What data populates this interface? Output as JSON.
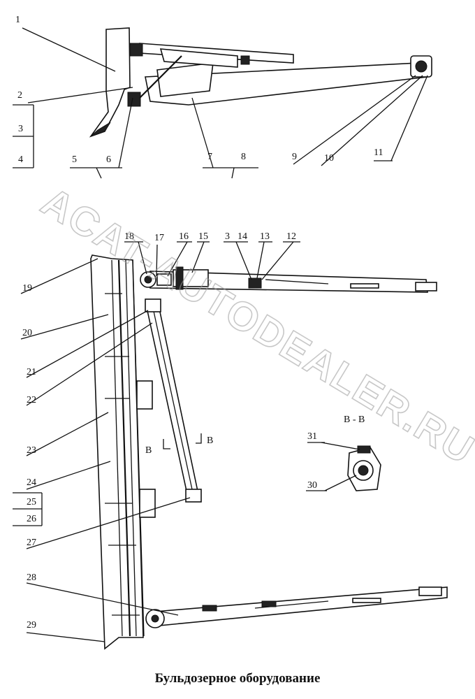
{
  "caption": "Бульдозерное оборудование",
  "watermark": "ACAT-AUTODEALER.RU",
  "section_label": "B - B",
  "section_mark_left": "B",
  "section_mark_right": "B",
  "callouts_top": [
    "1",
    "2",
    "3",
    "4",
    "5",
    "6",
    "7",
    "8",
    "9",
    "10",
    "11"
  ],
  "callouts_main": [
    "3",
    "12",
    "13",
    "14",
    "15",
    "16",
    "17",
    "18",
    "19",
    "20",
    "21",
    "22",
    "23",
    "24",
    "25",
    "26",
    "27",
    "28",
    "29",
    "30",
    "31"
  ]
}
